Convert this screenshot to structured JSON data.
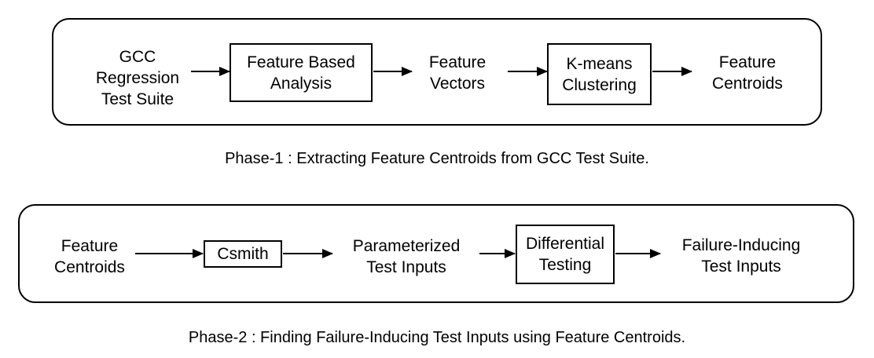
{
  "phase1": {
    "input": "GCC\nRegression\nTest Suite",
    "analysis": "Feature Based\nAnalysis",
    "vectors": "Feature\nVectors",
    "clustering": "K-means\nClustering",
    "centroids": "Feature\nCentroids",
    "caption": "Phase-1 : Extracting Feature Centroids from GCC Test Suite."
  },
  "phase2": {
    "input": "Feature\nCentroids",
    "csmith": "Csmith",
    "parameterized": "Parameterized\nTest Inputs",
    "differential": "Differential\nTesting",
    "failure": "Failure-Inducing\nTest Inputs",
    "caption": "Phase-2 : Finding Failure-Inducing Test Inputs using Feature Centroids."
  }
}
